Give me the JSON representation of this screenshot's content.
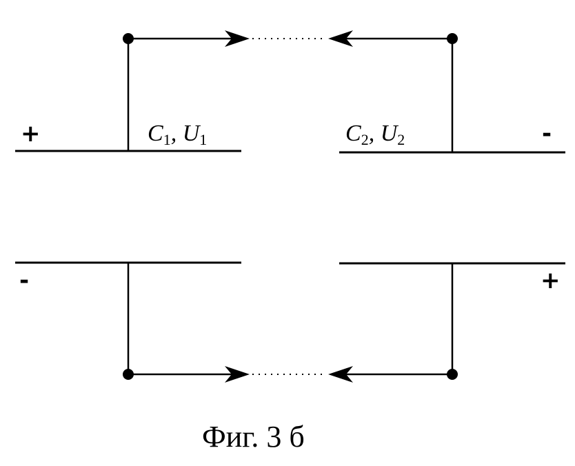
{
  "diagram": {
    "capacitor_1": {
      "symbol": "C",
      "subscript": "1",
      "voltage_symbol": "U",
      "voltage_subscript": "1",
      "top_sign": "+",
      "bottom_sign": "-"
    },
    "capacitor_2": {
      "symbol": "C",
      "subscript": "2",
      "voltage_symbol": "U",
      "voltage_subscript": "2",
      "top_sign": "-",
      "bottom_sign": "+"
    },
    "caption": "Фиг. 3 б"
  }
}
